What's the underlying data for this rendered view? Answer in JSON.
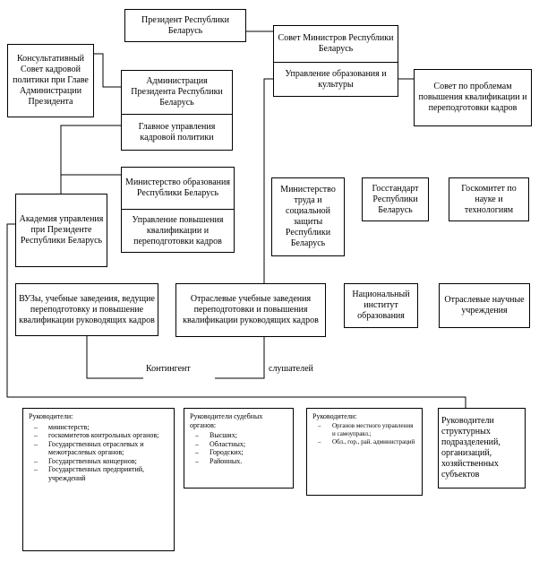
{
  "president": "Президент Республики Беларусь",
  "council_of_ministers": {
    "title": "Совет Министров Республики Беларусь",
    "sub": "Управление образования и культуры"
  },
  "advisory_council": "Консультативный Совет кадровой политики при Главе Администрации Президента",
  "administration": {
    "title": "Администрация Президента Республики Беларусь",
    "sub": "Главное управления кадровой политики"
  },
  "council_on_qualification": "Совет по проблемам повышения квалификации и переподготовки кадров",
  "ministry_of_education": {
    "title": "Министерство образования Республики Беларусь",
    "sub": "Управление повышения квалификации и переподготовки кадров"
  },
  "academy": "Академия управления при Президенте Республики Беларусь",
  "ministry_of_labour": "Министерство труда и социальной защиты Республики Беларусь",
  "gosstandart": "Госстандарт Республики Беларусь",
  "state_committee_science": "Госкомитет по науке и технологиям",
  "universities": "ВУЗы, учебные заведения, ведущие переподготовку и повышение квалификации руководящих кадров",
  "sectoral_institutions": "Отраслевые учебные заведения переподготовки и повышения квалификации руководящих кадров",
  "national_institute": "Национальный институт образования",
  "sectoral_research": "Отраслевые научные учреждения",
  "contingent_left": "Контингент",
  "contingent_right": "слушателей",
  "heads_ministries": {
    "head": "Руководители:",
    "items": [
      "министерств;",
      "госкомитетов контрольных органов;",
      "Государственных отраслевых и межотраслевых органов;",
      "Государственных концернов;",
      "Государственных предприятий, учреждений"
    ]
  },
  "heads_courts": {
    "head": "Руководители судебных органов:",
    "items": [
      "Высших;",
      "Областных;",
      "Городских;",
      "Районных."
    ]
  },
  "heads_local": {
    "head": "Руководители:",
    "items": [
      "Органов местного управления и самоуправл.;",
      "Обл., гор., рай. администраций"
    ]
  },
  "heads_structural": "Руководители структурных подразделений, организаций, хозяйственных субъектов"
}
